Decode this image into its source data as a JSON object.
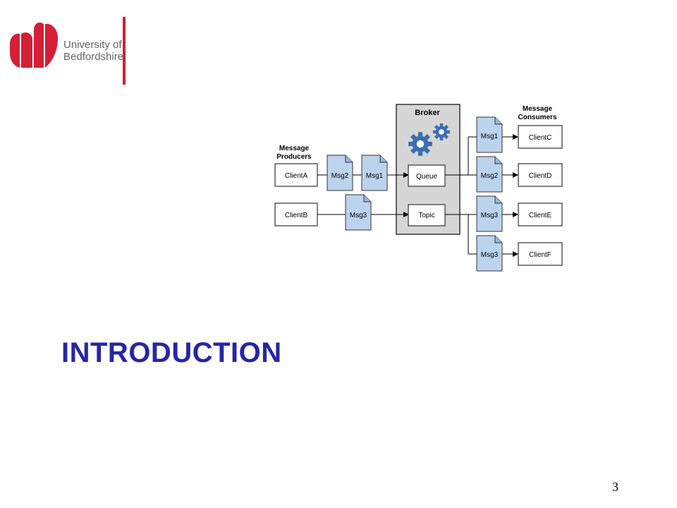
{
  "logo": {
    "line1": "University of",
    "line2": "Bedfordshire",
    "brand_color": "#d41f37"
  },
  "diagram": {
    "broker_title": "Broker",
    "producers_heading": [
      "Message",
      "Producers"
    ],
    "consumers_heading": [
      "Message",
      "Consumers"
    ],
    "producers": [
      "ClientA",
      "ClientB"
    ],
    "destinations": [
      "Queue",
      "Topic"
    ],
    "inbound_messages": [
      "Msg2",
      "Msg1",
      "Msg3"
    ],
    "outbound_messages": [
      "Msg1",
      "Msg2",
      "Msg3",
      "Msg3"
    ],
    "consumers": [
      "ClientC",
      "ClientD",
      "ClientE",
      "ClientF"
    ],
    "colors": {
      "message_fill": "#bcd3ee",
      "broker_fill": "#d6d6d6",
      "gear_color": "#3b6fb0"
    }
  },
  "slide": {
    "title": "INTRODUCTION",
    "title_color": "#2626a6",
    "page_number": "3"
  }
}
